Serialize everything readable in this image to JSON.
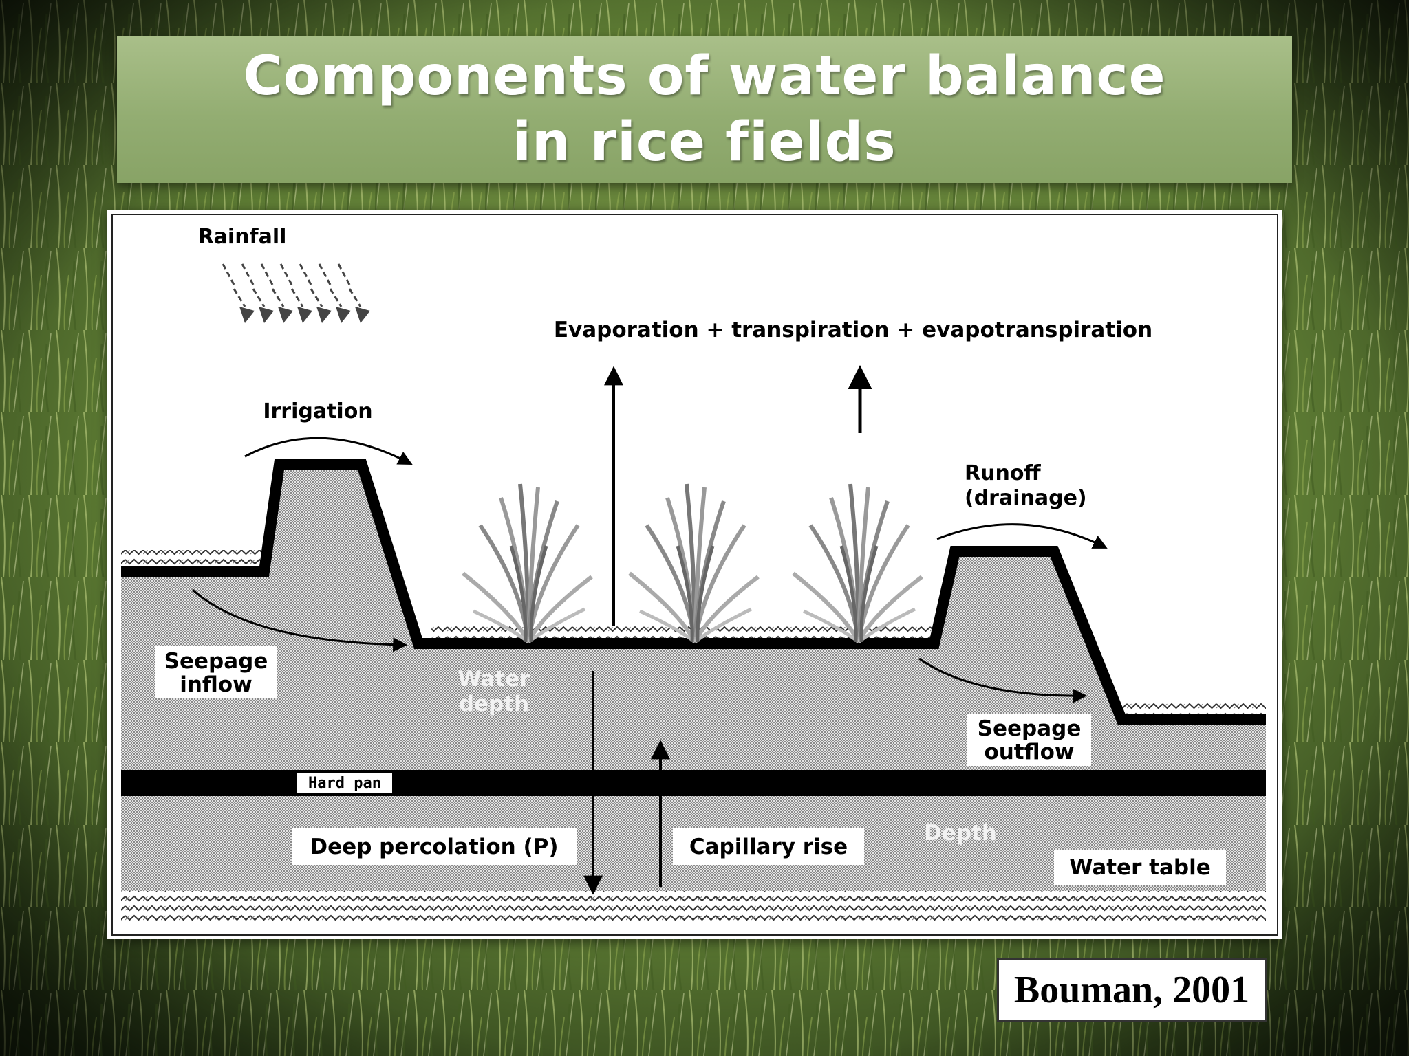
{
  "title": {
    "line1": "Components of water balance",
    "line2": "in rice fields"
  },
  "diagram": {
    "labels": {
      "rainfall": "Rainfall",
      "irrigation": "Irrigation",
      "evapotranspiration": "Evaporation + transpiration + evapotranspiration",
      "runoff_line1": "Runoff",
      "runoff_line2": "(drainage)",
      "seepage_inflow_line1": "Seepage",
      "seepage_inflow_line2": "inflow",
      "water_depth_line1": "Water",
      "water_depth_line2": "depth",
      "seepage_outflow_line1": "Seepage",
      "seepage_outflow_line2": "outflow",
      "hard_pan": "Hard pan",
      "deep_percolation": "Deep percolation (P)",
      "capillary_rise": "Capillary rise",
      "depth": "Depth",
      "water_table": "Water table"
    }
  },
  "citation": "Bouman, 2001",
  "colors": {
    "title_band": "#93ad72",
    "soil": "#c9c9c9",
    "ink": "#000000",
    "plant": "#9a9a9a",
    "background": "#4a6a2c"
  }
}
